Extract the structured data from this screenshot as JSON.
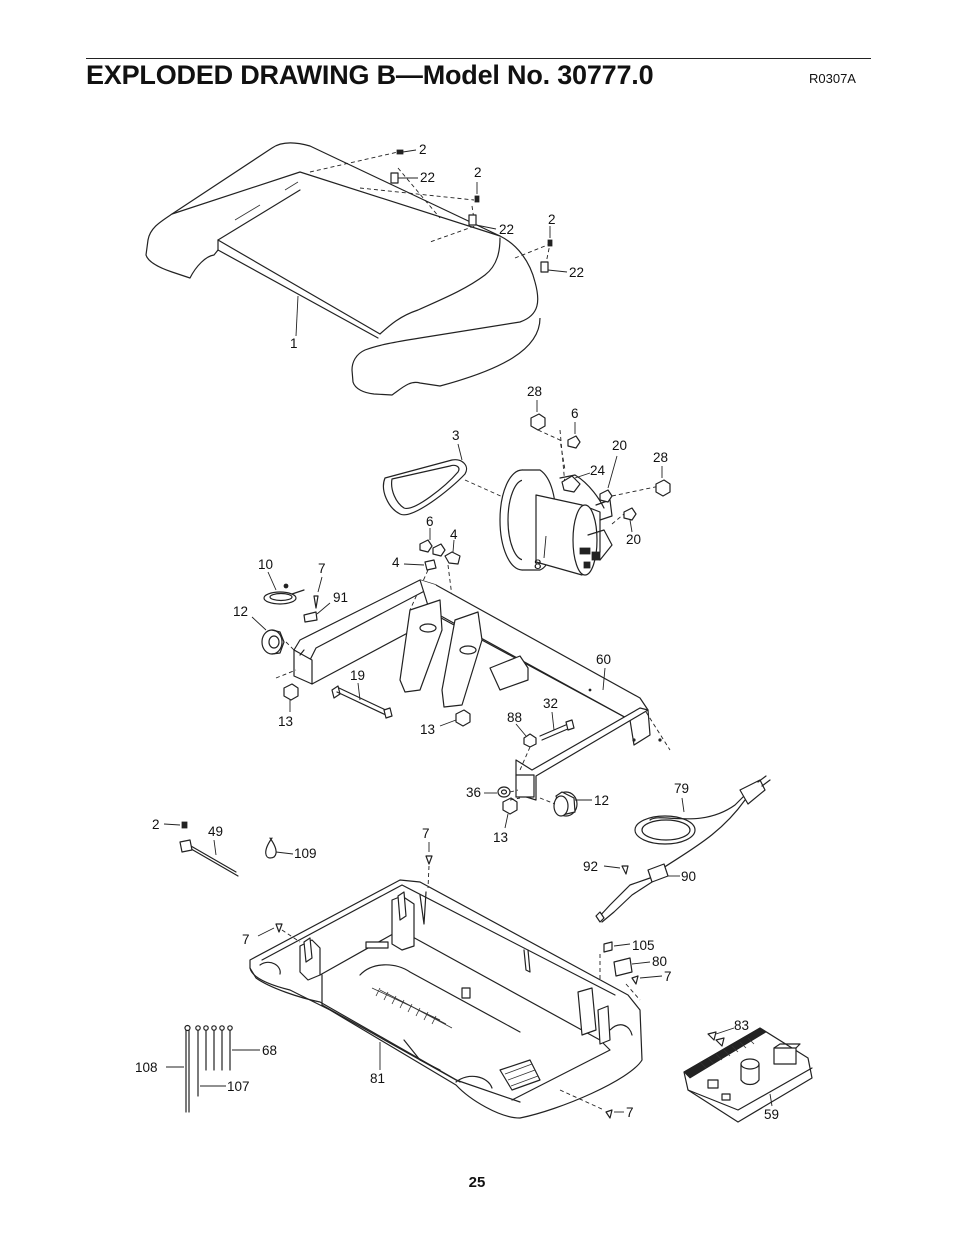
{
  "header": {
    "title": "EXPLODED DRAWING B—Model No. 30777.0",
    "drawing_code": "R0307A"
  },
  "footer": {
    "page_number": "25"
  },
  "callouts": [
    {
      "id": "c1",
      "text": "2"
    },
    {
      "id": "c2",
      "text": "22"
    },
    {
      "id": "c3",
      "text": "2"
    },
    {
      "id": "c4",
      "text": "22"
    },
    {
      "id": "c5",
      "text": "2"
    },
    {
      "id": "c6",
      "text": "22"
    },
    {
      "id": "c7",
      "text": "1"
    },
    {
      "id": "c8",
      "text": "28"
    },
    {
      "id": "c9",
      "text": "6"
    },
    {
      "id": "c10",
      "text": "3"
    },
    {
      "id": "c11",
      "text": "20"
    },
    {
      "id": "c12",
      "text": "28"
    },
    {
      "id": "c13",
      "text": "24"
    },
    {
      "id": "c14",
      "text": "6"
    },
    {
      "id": "c15",
      "text": "4"
    },
    {
      "id": "c16",
      "text": "20"
    },
    {
      "id": "c17",
      "text": "4"
    },
    {
      "id": "c18",
      "text": "8"
    },
    {
      "id": "c19",
      "text": "10"
    },
    {
      "id": "c20",
      "text": "7"
    },
    {
      "id": "c21",
      "text": "91"
    },
    {
      "id": "c22",
      "text": "12"
    },
    {
      "id": "c23",
      "text": "60"
    },
    {
      "id": "c24",
      "text": "19"
    },
    {
      "id": "c25",
      "text": "13"
    },
    {
      "id": "c26",
      "text": "32"
    },
    {
      "id": "c27",
      "text": "88"
    },
    {
      "id": "c28",
      "text": "13"
    },
    {
      "id": "c29",
      "text": "79"
    },
    {
      "id": "c30",
      "text": "36"
    },
    {
      "id": "c31",
      "text": "12"
    },
    {
      "id": "c32",
      "text": "2"
    },
    {
      "id": "c33",
      "text": "49"
    },
    {
      "id": "c34",
      "text": "7"
    },
    {
      "id": "c35",
      "text": "13"
    },
    {
      "id": "c36",
      "text": "109"
    },
    {
      "id": "c37",
      "text": "92"
    },
    {
      "id": "c38",
      "text": "90"
    },
    {
      "id": "c39",
      "text": "7"
    },
    {
      "id": "c40",
      "text": "105"
    },
    {
      "id": "c41",
      "text": "80"
    },
    {
      "id": "c42",
      "text": "7"
    },
    {
      "id": "c43",
      "text": "83"
    },
    {
      "id": "c44",
      "text": "68"
    },
    {
      "id": "c45",
      "text": "108"
    },
    {
      "id": "c46",
      "text": "81"
    },
    {
      "id": "c47",
      "text": "107"
    },
    {
      "id": "c48",
      "text": "7"
    },
    {
      "id": "c49",
      "text": "59"
    }
  ]
}
